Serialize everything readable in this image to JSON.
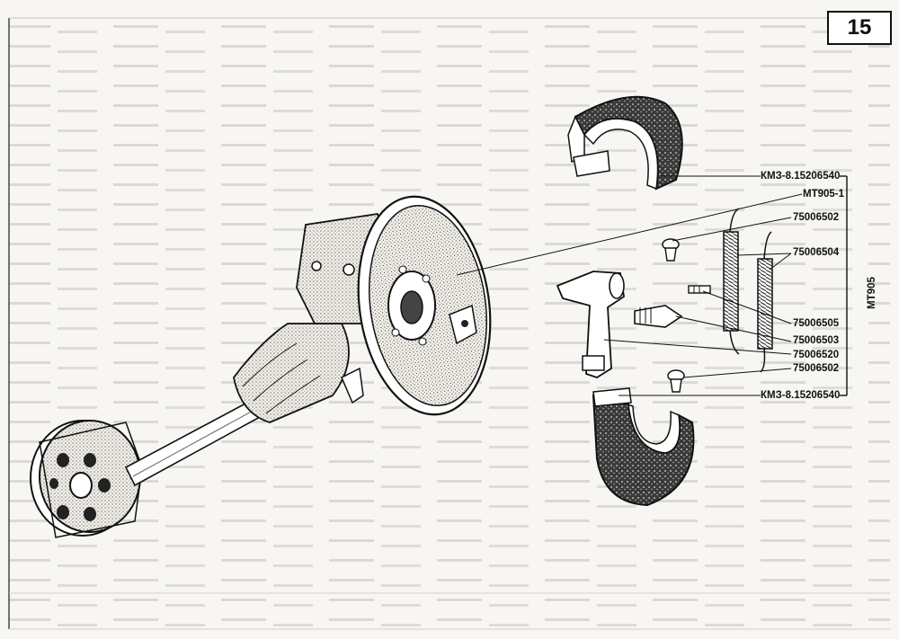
{
  "page_number": "15",
  "group_label": "MT905",
  "part_labels": [
    "КМЗ-8.15206540",
    "MT905-1",
    "75006502",
    "75006504",
    "75006505",
    "75006503",
    "75006520",
    "75006502",
    "КМЗ-8.15206540"
  ]
}
